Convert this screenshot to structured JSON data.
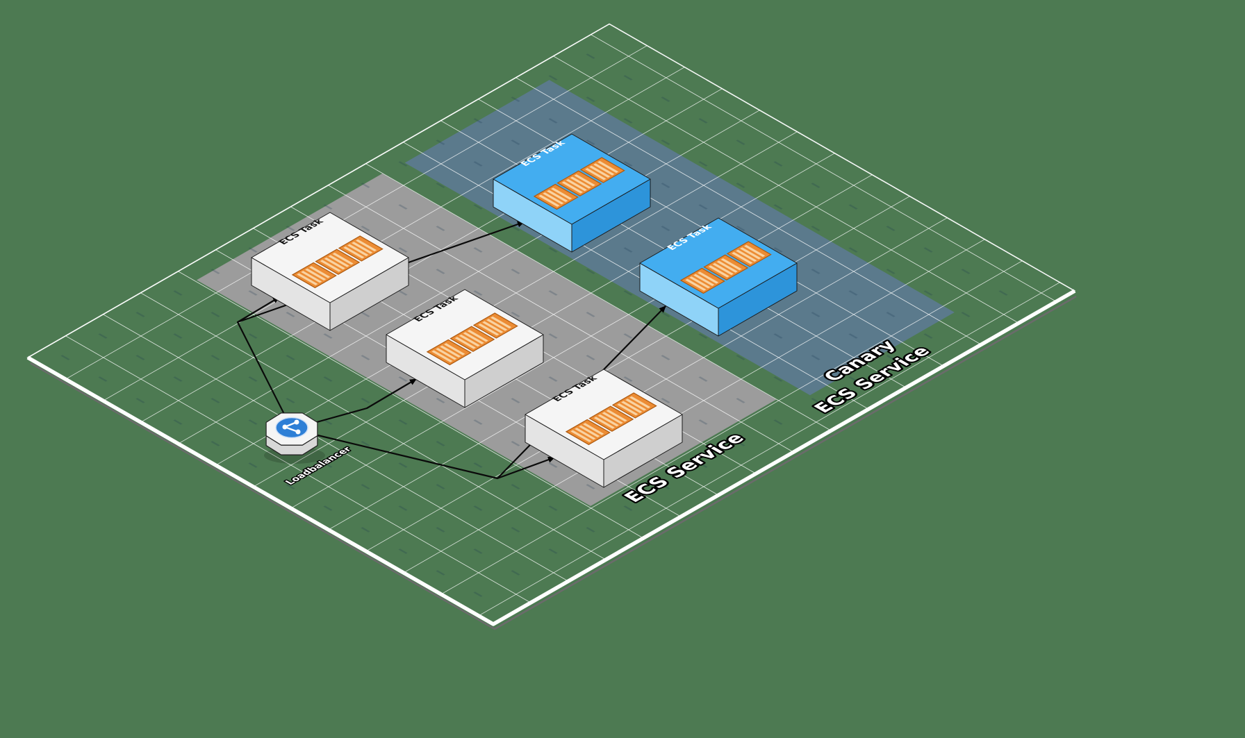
{
  "zones": [
    {
      "id": "ecs-service",
      "label": "ECS Service",
      "color_key": "zone_standard"
    },
    {
      "id": "canary-ecs-service",
      "label": "Canary ECS Service",
      "label_line1": "Canary",
      "label_line2": "ECS Service",
      "color_key": "zone_canary"
    }
  ],
  "loadbalancer": {
    "id": "loadbalancer",
    "label": "Loadbalancer"
  },
  "tasks": [
    {
      "id": "ecs-task-1",
      "label": "ECS Task",
      "zone": "ECS Service",
      "variant": "standard",
      "containers": 3
    },
    {
      "id": "ecs-task-2",
      "label": "ECS Task",
      "zone": "ECS Service",
      "variant": "standard",
      "containers": 3
    },
    {
      "id": "ecs-task-3",
      "label": "ECS Task",
      "zone": "ECS Service",
      "variant": "standard",
      "containers": 3
    },
    {
      "id": "canary-ecs-task-1",
      "label": "ECS Task",
      "zone": "Canary ECS Service",
      "variant": "canary",
      "containers": 3
    },
    {
      "id": "canary-ecs-task-2",
      "label": "ECS Task",
      "zone": "Canary ECS Service",
      "variant": "canary",
      "containers": 3
    }
  ],
  "edges": [
    {
      "from": "loadbalancer",
      "to": "ecs-task-1"
    },
    {
      "from": "loadbalancer",
      "to": "ecs-task-2"
    },
    {
      "from": "loadbalancer",
      "to": "ecs-task-3"
    },
    {
      "from": "loadbalancer",
      "to": "canary-ecs-task-1"
    },
    {
      "from": "loadbalancer",
      "to": "canary-ecs-task-2"
    }
  ],
  "colors": {
    "bg": "#4d7a52",
    "grid_line": "#ffffff",
    "zone_standard": "#9c9c9c",
    "zone_canary": "#5b7a8c",
    "task_top": "#f5f5f5",
    "task_side_left": "#e4e4e4",
    "task_side_right": "#cfcfcf",
    "canary_top": "#43adf0",
    "canary_side_left": "#8fd3f8",
    "canary_side_right": "#2d94da",
    "container_top": "#ec8c34",
    "container_stripe": "#f9d3a2",
    "container_edge": "#ad5a10",
    "outline": "#1a1a1a",
    "edge_line": "#0a0a0a",
    "lb_disc": "#2e7fd6"
  }
}
